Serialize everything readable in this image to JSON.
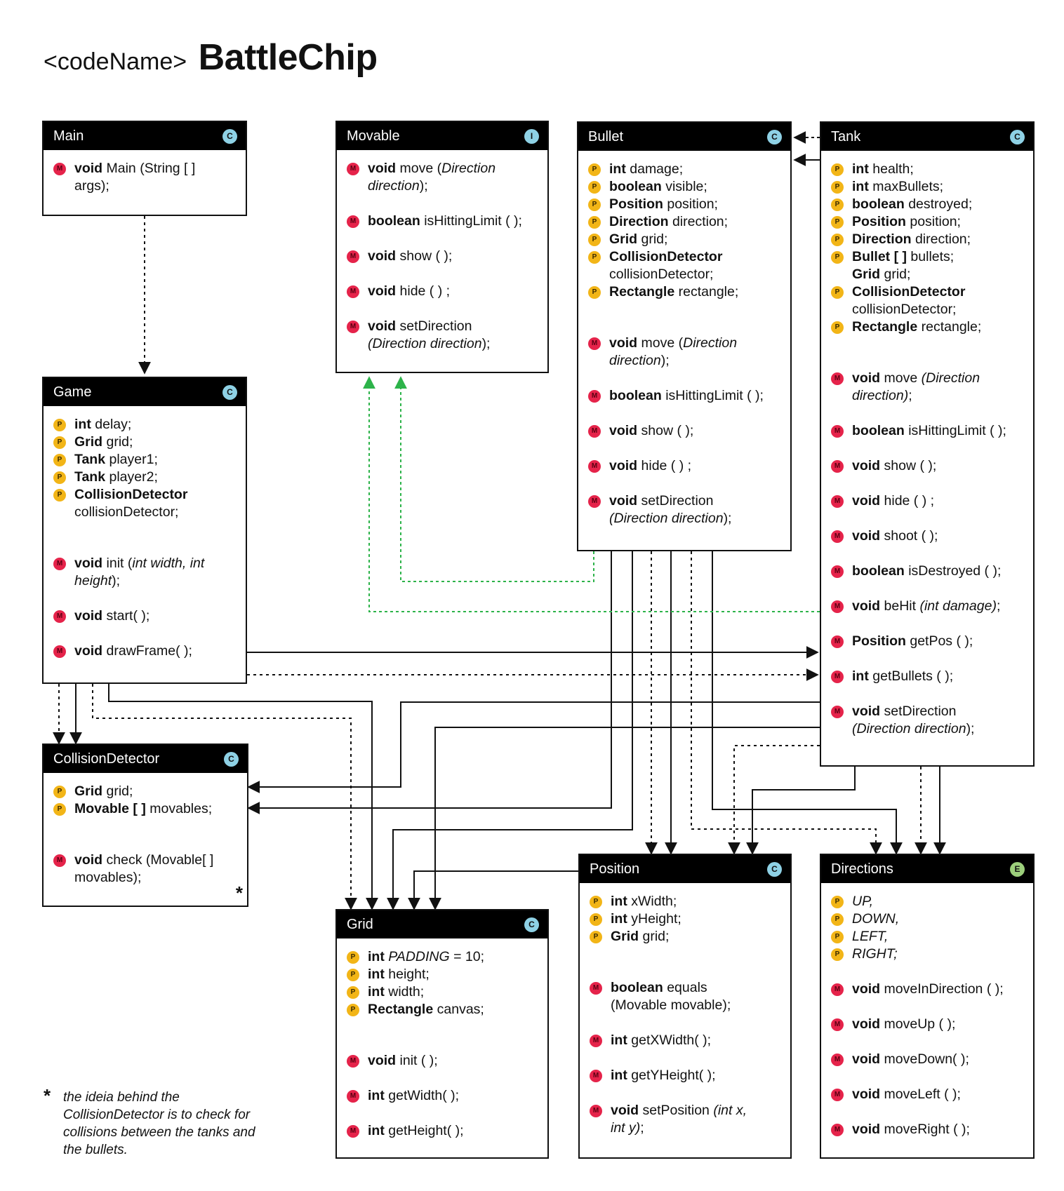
{
  "title": {
    "code": "<codeName>",
    "name": "BattleChip"
  },
  "badges": {
    "c": "C",
    "i": "I",
    "e": "E",
    "p": "P",
    "m": "M"
  },
  "classes": {
    "main": {
      "name": "Main",
      "m": [
        {
          "t": "void",
          "r": "Main (String [ ]",
          "r2": "args);"
        }
      ]
    },
    "movable": {
      "name": "Movable",
      "m": [
        {
          "t": "void",
          "r": "move (",
          "i": "Direction",
          "r2a": "direction",
          "r2b": ");"
        },
        {
          "t": "boolean",
          "r": "isHittingLimit ( );"
        },
        {
          "t": "void",
          "r": "show ( );"
        },
        {
          "t": "void",
          "r": "hide ( ) ;"
        },
        {
          "t": "void",
          "r": "setDirection",
          "r2a": "(Direction direction",
          "r2b": ");"
        }
      ]
    },
    "bullet": {
      "name": "Bullet",
      "p": [
        {
          "t": "int",
          "r": "damage;"
        },
        {
          "t": "boolean",
          "r": "visible;"
        },
        {
          "t": "Position",
          "r": "position;"
        },
        {
          "t": "Direction",
          "r": "direction;"
        },
        {
          "t": "Grid",
          "r": "grid;"
        },
        {
          "t": "CollisionDetector",
          "r": "",
          "r2": "collisionDetector;"
        },
        {
          "t": "Rectangle",
          "r": "rectangle;"
        }
      ],
      "m": [
        {
          "t": "void",
          "r": "move (",
          "i": "Direction",
          "r2a": "direction",
          "r2b": ");"
        },
        {
          "t": "boolean",
          "r": "isHittingLimit ( );"
        },
        {
          "t": "void",
          "r": "show ( );"
        },
        {
          "t": "void",
          "r": "hide ( ) ;"
        },
        {
          "t": "void",
          "r": "setDirection",
          "r2a": "(Direction direction",
          "r2b": ");"
        }
      ]
    },
    "tank": {
      "name": "Tank",
      "p": [
        {
          "t": "int",
          "r": "health;"
        },
        {
          "t": "int",
          "r": "maxBullets;"
        },
        {
          "t": "boolean",
          "r": "destroyed;"
        },
        {
          "t": "Position",
          "r": "position;"
        },
        {
          "t": "Direction",
          "r": "direction;"
        },
        {
          "t": "Bullet [ ]",
          "r": "bullets;",
          "t2": "Grid",
          "r2": "grid;"
        },
        {
          "t": "CollisionDetector",
          "r": "",
          "r2": "collisionDetector;"
        },
        {
          "t": "Rectangle",
          "r": "rectangle;"
        }
      ],
      "m": [
        {
          "t": "void",
          "r": "move",
          "i": "(Direction",
          "r2a": "direction)",
          "r2b": ";"
        },
        {
          "t": "boolean",
          "r": "isHittingLimit ( );"
        },
        {
          "t": "void",
          "r": "show ( );"
        },
        {
          "t": "void",
          "r": "hide ( ) ;"
        },
        {
          "t": "void",
          "r": "shoot ( );"
        },
        {
          "t": "boolean",
          "r": "isDestroyed ( );"
        },
        {
          "t": "void",
          "r": "beHit",
          "i": "(int damage)",
          "r3": ";"
        },
        {
          "t": "Position",
          "r": "getPos ( );"
        },
        {
          "t": "int",
          "r": "getBullets ( );"
        },
        {
          "t": "void",
          "r": "setDirection",
          "r2a": "(Direction direction",
          "r2b": ");"
        }
      ]
    },
    "game": {
      "name": "Game",
      "p": [
        {
          "t": "int",
          "r": "delay;"
        },
        {
          "t": "Grid",
          "r": "grid;"
        },
        {
          "t": "Tank",
          "r": "player1;"
        },
        {
          "t": "Tank",
          "r": "player2;"
        },
        {
          "t": "CollisionDetector",
          "r": "",
          "r2": "collisionDetector;"
        }
      ],
      "m": [
        {
          "t": "void",
          "r": "init (",
          "i": "int width, int",
          "r2a": "height",
          "r2b": ");"
        },
        {
          "t": "void",
          "r": "start( );"
        },
        {
          "t": "void",
          "r": "drawFrame( );"
        }
      ]
    },
    "cd": {
      "name": "CollisionDetector",
      "p": [
        {
          "t": "Grid",
          "r": "grid;"
        },
        {
          "t": "Movable [ ]",
          "r": "movables;"
        }
      ],
      "m": [
        {
          "t": "void",
          "r": "check (Movable[ ]",
          "r2": "movables);"
        }
      ],
      "star": "*"
    },
    "grid": {
      "name": "Grid",
      "p": [
        {
          "t": "int",
          "i": "PADDING",
          "r": "= 10;"
        },
        {
          "t": "int",
          "r": "height;"
        },
        {
          "t": "int",
          "r": "width;"
        },
        {
          "t": "Rectangle",
          "r": "canvas;"
        }
      ],
      "m": [
        {
          "t": "void",
          "r": "init ( );"
        },
        {
          "t": "int",
          "r": "getWidth( );"
        },
        {
          "t": "int",
          "r": "getHeight( );"
        }
      ]
    },
    "position": {
      "name": "Position",
      "p": [
        {
          "t": "int",
          "r": "xWidth;"
        },
        {
          "t": "int",
          "r": "yHeight;"
        },
        {
          "t": "Grid",
          "r": "grid;"
        }
      ],
      "m": [
        {
          "t": "boolean",
          "r": "equals",
          "r2": "(Movable movable);"
        },
        {
          "t": "int",
          "r": "getXWidth( );"
        },
        {
          "t": "int",
          "r": "getYHeight( );"
        },
        {
          "t": "void",
          "r": "setPosition",
          "i": "(int x,",
          "r2i": "int y)",
          "r2b": ";"
        }
      ]
    },
    "directions": {
      "name": "Directions",
      "p": [
        {
          "i": "UP,"
        },
        {
          "i": "DOWN,"
        },
        {
          "i": "LEFT,"
        },
        {
          "i": "RIGHT;"
        }
      ],
      "m": [
        {
          "t": "void",
          "r": "moveInDirection ( );"
        },
        {
          "t": "void",
          "r": "moveUp ( );"
        },
        {
          "t": "void",
          "r": "moveDown( );"
        },
        {
          "t": "void",
          "r": "moveLeft ( );"
        },
        {
          "t": "void",
          "r": "moveRight ( );"
        }
      ]
    }
  },
  "note": {
    "star": "*",
    "text": "the ideia behind the CollisionDetector is to check for collisions between the tanks and the bullets."
  }
}
